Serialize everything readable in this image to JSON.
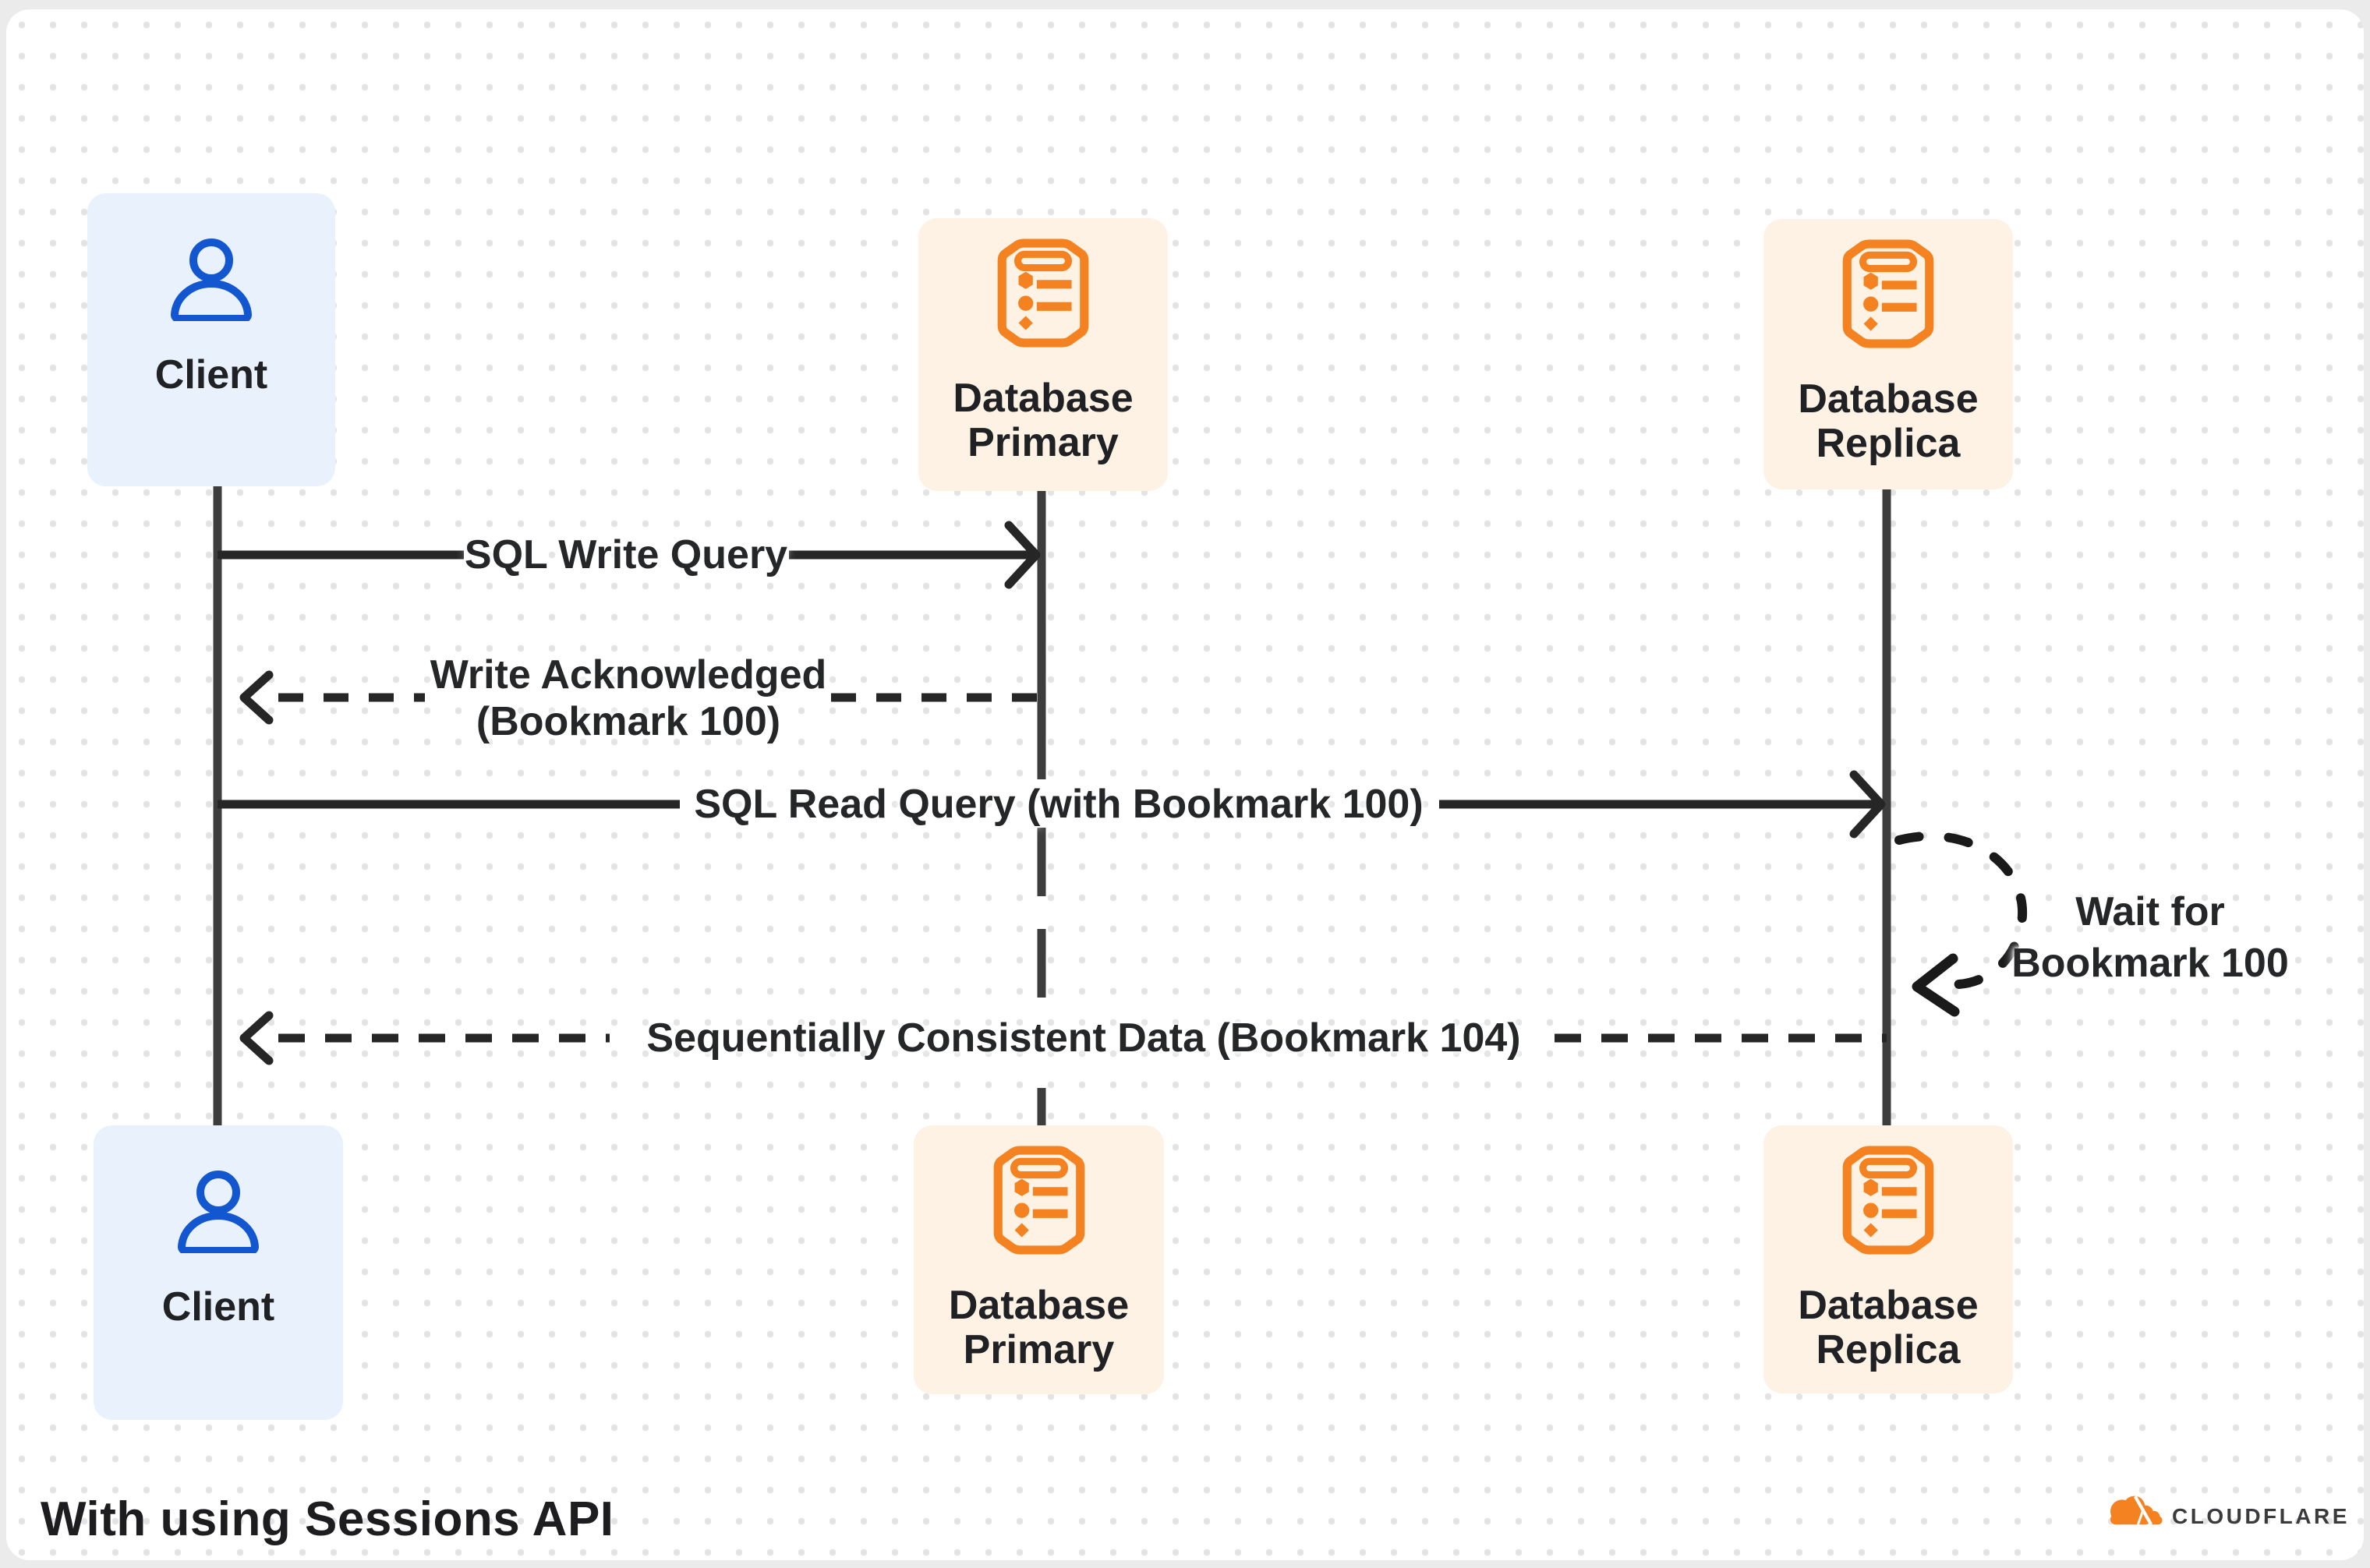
{
  "title": "With using Sessions API",
  "brand": {
    "wordmark": "CLOUDFLARE"
  },
  "colors": {
    "page_bg": "#ebebeb",
    "card_bg": "#ffffff",
    "dot_grid": "#e4e4e4",
    "client_box_bg": "#e9f1fd",
    "db_box_bg": "#fdf2e3",
    "person_icon_blue": "#1257d0",
    "database_icon_orange": "#f58220",
    "message_line": "#262626",
    "lifeline": "#3d3d3d",
    "text": "#202124"
  },
  "actors": {
    "client": {
      "label": "Client",
      "icon": "person-icon"
    },
    "database_primary": {
      "label_line1": "Database",
      "label_line2": "Primary",
      "icon": "database-icon"
    },
    "database_replica": {
      "label_line1": "Database",
      "label_line2": "Replica",
      "icon": "database-icon"
    }
  },
  "messages": {
    "sql_write_query": {
      "label": "SQL Write Query",
      "style": "solid-arrow",
      "direction": "client-to-primary"
    },
    "write_acknowledged": {
      "label_line1": "Write Acknowledged",
      "label_line2": "(Bookmark 100)",
      "style": "dashed-arrow",
      "direction": "primary-to-client"
    },
    "sql_read_query": {
      "label": "SQL Read Query (with Bookmark 100)",
      "style": "solid-arrow",
      "direction": "client-to-replica"
    },
    "wait_loop": {
      "label_line1": "Wait for",
      "label_line2": "Bookmark 100",
      "style": "dotted-self-loop",
      "direction": "replica-self"
    },
    "sequentially_consistent": {
      "label": "Sequentially Consistent Data (Bookmark 104)",
      "style": "dashed-arrow",
      "direction": "replica-to-client"
    }
  }
}
